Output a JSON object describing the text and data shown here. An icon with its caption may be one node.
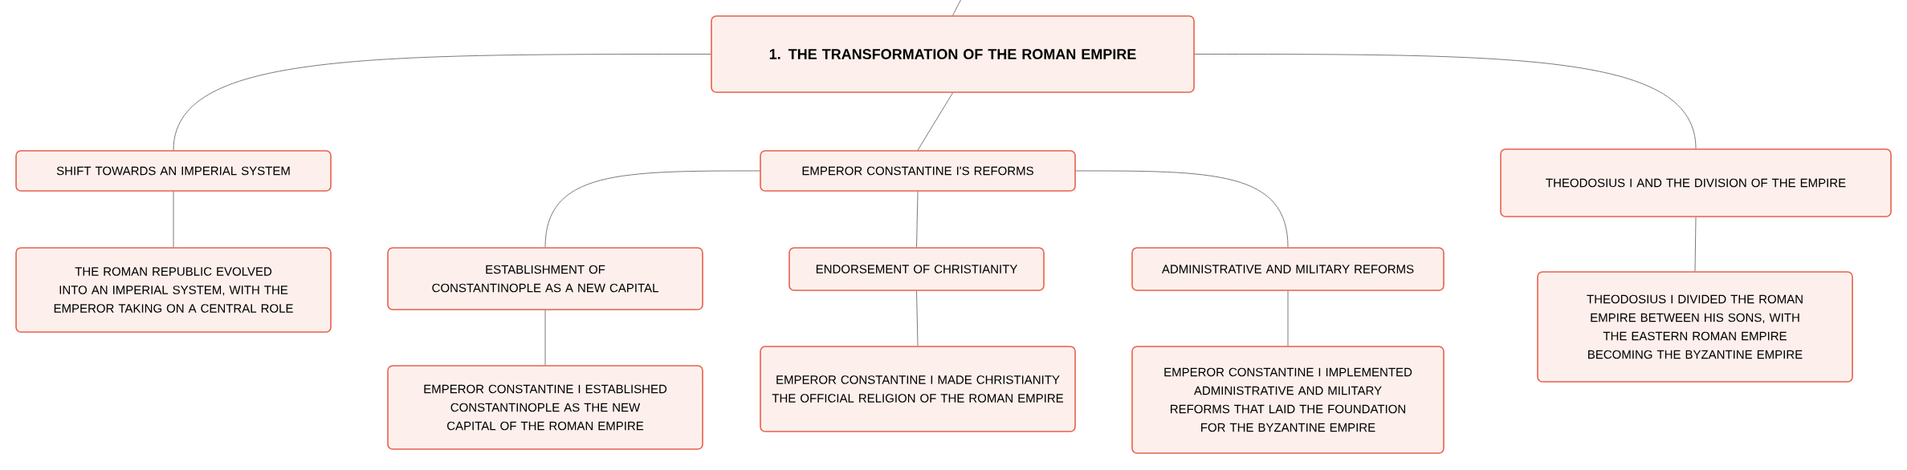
{
  "diagram": {
    "nodes": [
      {
        "text": [
          "1. THE TRANSFORMATION OF THE ROMAN EMPIRE"
        ]
      },
      {
        "text": [
          "SHIFT TOWARDS AN IMPERIAL SYSTEM"
        ]
      },
      {
        "text": [
          "THE ROMAN REPUBLIC EVOLVED INTO AN IMPERIAL SYSTEM, WITH THE EMPEROR TAKING ON A CENTRAL ROLE"
        ]
      },
      {
        "text": [
          "EMPEROR CONSTANTINE I'S REFORMS"
        ]
      },
      {
        "text": [
          "ESTABLISHMENT OF CONSTANTINOPLE AS A NEW CAPITAL"
        ]
      },
      {
        "text": [
          "EMPEROR CONSTANTINE I ESTABLISHED CONSTANTINOPLE AS THE NEW CAPITAL OF THE ROMAN EMPIRE"
        ]
      },
      {
        "text": [
          "ENDORSEMENT OF CHRISTIANITY"
        ]
      },
      {
        "text": [
          "EMPEROR CONSTANTINE I MADE CHRISTIANITY THE OFFICIAL RELIGION OF THE ROMAN EMPIRE"
        ]
      },
      {
        "text": [
          "ADMINISTRATIVE AND MILITARY REFORMS"
        ]
      },
      {
        "text": [
          "EMPEROR CONSTANTINE I IMPLEMENTED ADMINISTRATIVE AND MILITARY REFORMS THAT LAID THE FOUNDATION FOR THE BYZANTINE EMPIRE"
        ]
      },
      {
        "text": [
          "THEODOSIUS I AND THE DIVISION OF THE EMPIRE"
        ]
      },
      {
        "text": [
          "THEODOSIUS I DIVIDED THE ROMAN EMPIRE BETWEEN HIS SONS, WITH THE EASTERN ROMAN EMPIRE BECOMING THE BYZANTINE EMPIRE"
        ]
      }
    ],
    "edges": [
      {
        "from": null,
        "to": 0,
        "arrow": "none"
      },
      {
        "from": 0,
        "to": 1,
        "arrow": "none"
      },
      {
        "from": 0,
        "to": 3,
        "arrow": "none"
      },
      {
        "from": 0,
        "to": 10,
        "arrow": "none"
      },
      {
        "from": 1,
        "to": 2,
        "arrow": "none"
      },
      {
        "from": 3,
        "to": 4,
        "arrow": "none"
      },
      {
        "from": 3,
        "to": 6,
        "arrow": "none"
      },
      {
        "from": 3,
        "to": 8,
        "arrow": "none"
      },
      {
        "from": 4,
        "to": 5,
        "arrow": "none"
      },
      {
        "from": 6,
        "to": 7,
        "arrow": "none"
      },
      {
        "from": 8,
        "to": 9,
        "arrow": "none"
      },
      {
        "from": 10,
        "to": 11,
        "arrow": "none"
      }
    ]
  }
}
